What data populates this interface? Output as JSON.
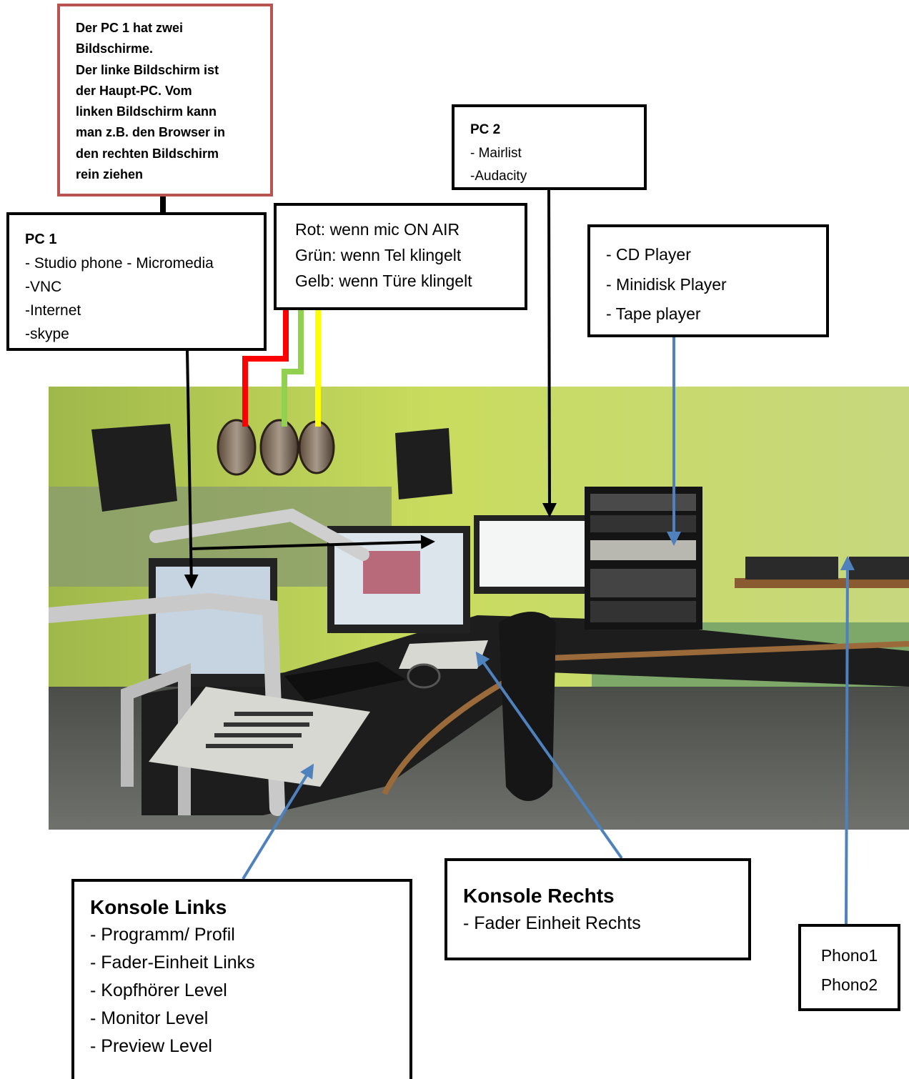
{
  "note": {
    "lines": [
      "Der PC 1 hat zwei",
      "Bildschirme.",
      "Der linke Bildschirm ist",
      "der Haupt-PC. Vom",
      "linken Bildschirm kann",
      "man  z.B. den Browser in",
      "den rechten Bildschirm",
      "rein ziehen"
    ]
  },
  "pc1": {
    "title": "PC 1",
    "items": [
      "- Studio phone - Micromedia",
      "-VNC",
      "-Internet",
      "-skype"
    ]
  },
  "pc2": {
    "title": "PC 2",
    "items": [
      "- Mairlist",
      "-Audacity"
    ]
  },
  "lights": {
    "items": [
      "Rot:   wenn mic ON AIR",
      "Grün: wenn Tel klingelt",
      "Gelb: wenn Türe klingelt"
    ],
    "colors": {
      "red": "#ff0000",
      "green": "#92d050",
      "yellow": "#ffff00"
    }
  },
  "players": {
    "items": [
      "- CD Player",
      "- Minidisk Player",
      "- Tape player"
    ]
  },
  "konsole_links": {
    "title": "Konsole Links",
    "items": [
      "- Programm/ Profil",
      "- Fader-Einheit Links",
      "- Kopfhörer Level",
      "- Monitor Level",
      "- Preview Level"
    ]
  },
  "konsole_rechts": {
    "title": "Konsole Rechts",
    "items": [
      "- Fader Einheit Rechts"
    ]
  },
  "phono": {
    "items": [
      "Phono1",
      "Phono2"
    ]
  },
  "colors": {
    "arrow_black": "#000000",
    "arrow_blue": "#4f81bd",
    "note_border": "#b85450"
  }
}
